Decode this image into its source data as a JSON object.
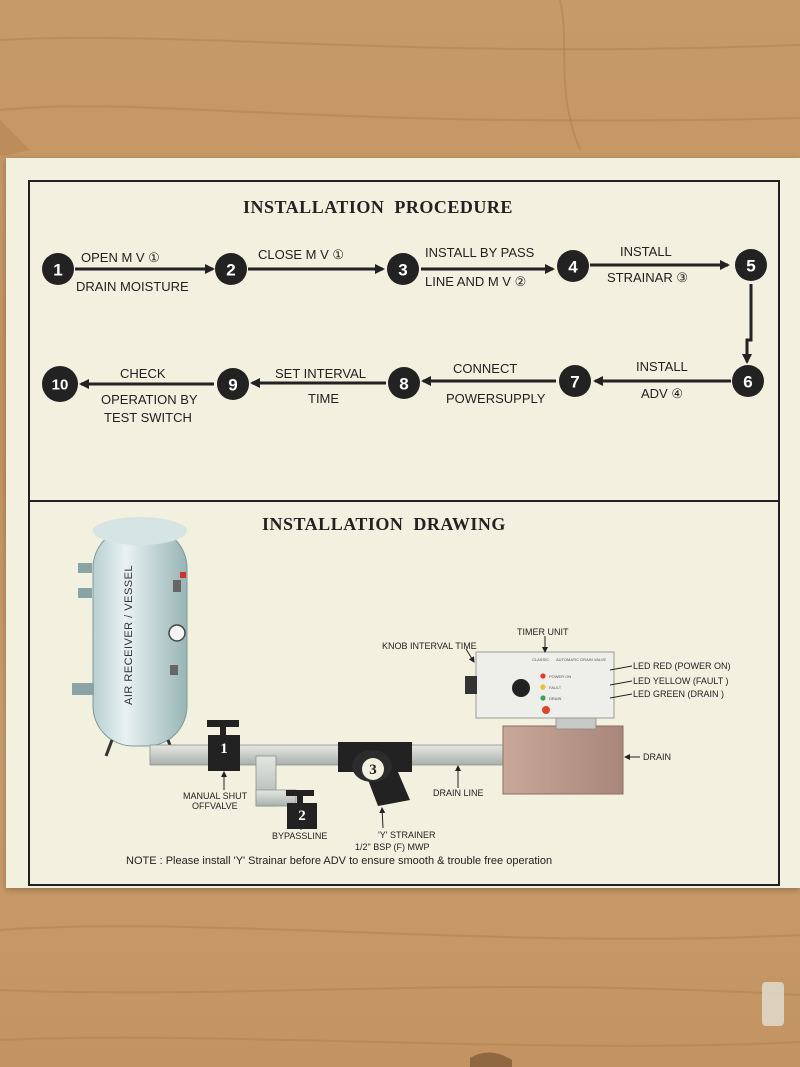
{
  "procedure": {
    "title": "INSTALLATION  PROCEDURE",
    "steps": [
      {
        "num": "1",
        "top": "OPEN M V ①",
        "bottom": "DRAIN MOISTURE"
      },
      {
        "num": "2",
        "top": "CLOSE M V ①",
        "bottom": ""
      },
      {
        "num": "3",
        "top": "INSTALL BY PASS",
        "bottom": "LINE AND M V ②"
      },
      {
        "num": "4",
        "top": "INSTALL",
        "bottom": "STRAINAR ③"
      },
      {
        "num": "5",
        "top": "",
        "bottom": ""
      },
      {
        "num": "6",
        "top": "INSTALL",
        "bottom": "ADV ④"
      },
      {
        "num": "7",
        "top": "CONNECT",
        "bottom": "POWERSUPPLY"
      },
      {
        "num": "8",
        "top": "SET INTERVAL",
        "bottom": "TIME"
      },
      {
        "num": "9",
        "top": "CHECK",
        "bottom": "OPERATION BY"
      },
      {
        "num": "10",
        "top": "",
        "bottom": "TEST SWITCH"
      }
    ]
  },
  "drawing": {
    "title": "INSTALLATION  DRAWING",
    "vessel_label": "AIR RECEIVER / VESSEL",
    "tags": [
      "1",
      "2",
      "3"
    ],
    "labels": {
      "knob": "KNOB INTERVAL TIME",
      "timer": "TIMER UNIT",
      "led_red": "LED RED (POWER ON)",
      "led_yellow": "LED YELLOW (FAULT )",
      "led_green": "LED GREEN (DRAIN )",
      "drain": "DRAIN",
      "drain_line": "DRAIN LINE",
      "manual_valve_1": "MANUAL SHUT",
      "manual_valve_2": "OFFVALVE",
      "bypass": "BYPASSLINE",
      "strainer_1": "'Y' STRAINER",
      "strainer_2": "1/2\" BSP (F) MWP"
    },
    "timer_panel_text": {
      "brand": "CLASSIC",
      "title": "AUTOMATIC DRAIN VALVE",
      "power": "POWER ON",
      "fault": "FAULT",
      "drain": "DRAIN"
    },
    "note": "NOTE : Please install 'Y' Strainar before ADV to ensure smooth & trouble free operation"
  },
  "colors": {
    "ink": "#222222",
    "paper": "#f2f0de",
    "wood": "#c79a6a",
    "led_red": "#e23b2e",
    "led_yellow": "#e8c12a",
    "led_green": "#3aa655"
  }
}
